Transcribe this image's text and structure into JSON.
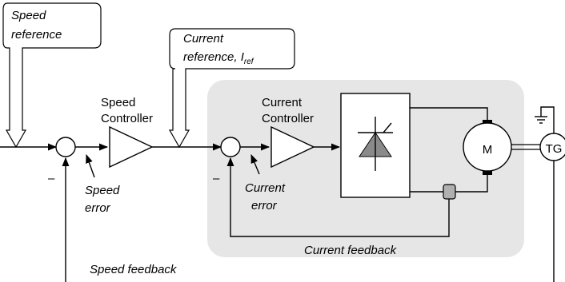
{
  "labels": {
    "speed_reference_1": "Speed",
    "speed_reference_2": "reference",
    "current_reference_1": "Current",
    "current_reference_2": "reference, I",
    "current_reference_sub": "ref",
    "speed_controller_1": "Speed",
    "speed_controller_2": "Controller",
    "current_controller_1": "Current",
    "current_controller_2": "Controller",
    "motor": "M",
    "tacho": "TG",
    "speed_error_1": "Speed",
    "speed_error_2": "error",
    "current_error_1": "Current",
    "current_error_2": "error",
    "current_feedback": "Current feedback",
    "speed_feedback": "Speed feedback",
    "minus_1": "–",
    "minus_2": "–"
  },
  "colors": {
    "panel": "#e6e6e6",
    "thyristor": "#8a8a8a",
    "sensor": "#b0b0b0",
    "line": "#000000"
  }
}
